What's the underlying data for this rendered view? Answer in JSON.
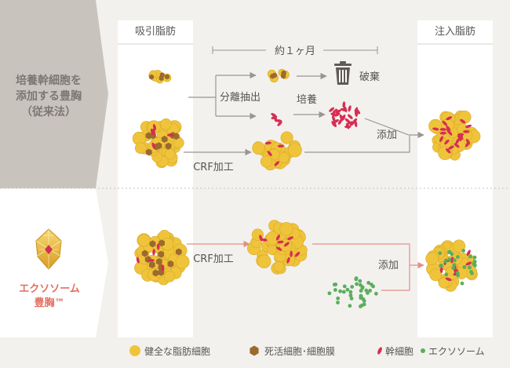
{
  "columns": {
    "suction": "吸引脂肪",
    "injection": "注入脂肪"
  },
  "rows": {
    "conventional": {
      "label_lines": [
        "培養幹細胞を",
        "添加する豊胸",
        "（従来法）"
      ]
    },
    "exosome": {
      "label_lines": [
        "エクソソーム",
        "豊胸™"
      ]
    }
  },
  "flow": {
    "about_one_month": "約１ヶ月",
    "separation_extraction": "分離抽出",
    "culture": "培養",
    "discard": "破棄",
    "add_1": "添加",
    "crf_processing_1": "CRF加工",
    "crf_processing_2": "CRF加工",
    "add_2": "添加"
  },
  "legend": {
    "healthy_fat_cells": "健全な脂肪細胞",
    "dead_cells_membranes": "死活細胞･細胞膜",
    "stem_cells": "幹細胞",
    "exosome": "エクソソーム"
  },
  "colors": {
    "fat_cell": "#efc43a",
    "dead_cell": "#9c6a2e",
    "stem_cell": "#d62e52",
    "exosome": "#5aae5e",
    "arrow_gray": "#9a9592",
    "arrow_red": "#e39089",
    "row_label_bg_top": "#c9c3be",
    "row_label_bg_bottom": "#ffffff",
    "label_gray": "#7d7773",
    "label_red": "#e07060"
  },
  "icons": {
    "discard": "trash-bin-icon",
    "brand": "gem-logo-icon"
  }
}
